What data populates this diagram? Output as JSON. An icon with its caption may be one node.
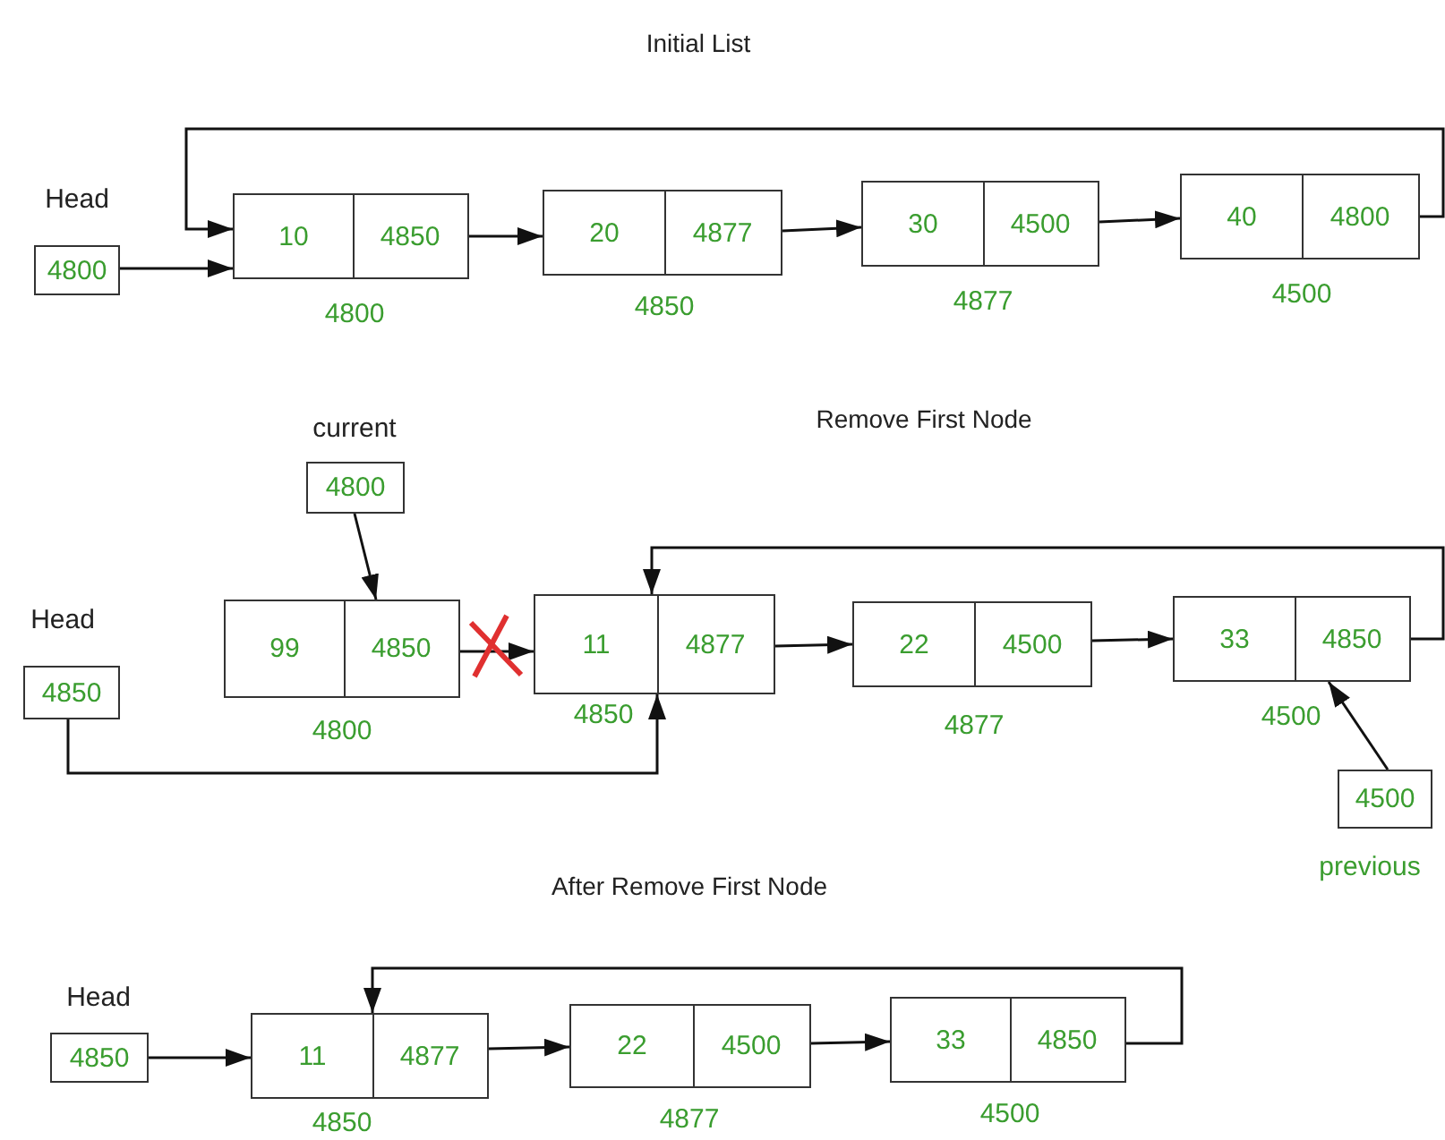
{
  "diagram": {
    "nodes": [
      {
        "text": [
          "4800"
        ],
        "beside": [
          "Head"
        ]
      },
      {
        "text": [
          "10",
          "4850"
        ],
        "beside": [
          "4800"
        ]
      },
      {
        "text": [
          "20",
          "4877"
        ],
        "beside": [
          "4850"
        ]
      },
      {
        "text": [
          "30",
          "4500"
        ],
        "beside": [
          "4877"
        ]
      },
      {
        "text": [
          "40",
          "4800"
        ],
        "beside": [
          "4500"
        ]
      },
      {
        "text": [
          "4800"
        ],
        "beside": [
          "current"
        ]
      },
      {
        "text": [
          "4850"
        ],
        "beside": [
          "Head"
        ]
      },
      {
        "text": [
          "99",
          "4850"
        ],
        "beside": [
          "4800"
        ]
      },
      {
        "text": [
          "11",
          "4877"
        ],
        "beside": [
          "4850"
        ]
      },
      {
        "text": [
          "22",
          "4500"
        ],
        "beside": [
          "4877"
        ]
      },
      {
        "text": [
          "33",
          "4850"
        ],
        "beside": [
          "4500"
        ]
      },
      {
        "text": [
          "4500"
        ],
        "beside": [
          "previous"
        ]
      },
      {
        "text": [
          "4850"
        ],
        "beside": [
          "Head"
        ]
      },
      {
        "text": [
          "11",
          "4877"
        ],
        "beside": [
          "4850"
        ]
      },
      {
        "text": [
          "22",
          "4500"
        ],
        "beside": [
          "4877"
        ]
      },
      {
        "text": [
          "33",
          "4850"
        ],
        "beside": [
          "4500"
        ]
      }
    ],
    "edges": [
      {
        "from": 0,
        "to": 1,
        "arrow": "to"
      },
      {
        "from": 1,
        "to": 2,
        "arrow": "to"
      },
      {
        "from": 2,
        "to": 3,
        "arrow": "to"
      },
      {
        "from": 3,
        "to": 4,
        "arrow": "to"
      },
      {
        "from": 4,
        "to": 1,
        "arrow": "to"
      },
      {
        "from": 5,
        "to": 7,
        "arrow": "to"
      },
      {
        "from": 6,
        "to": 8,
        "arrow": "to"
      },
      {
        "from": 7,
        "to": 8,
        "arrow": "to"
      },
      {
        "from": 8,
        "to": 9,
        "arrow": "to"
      },
      {
        "from": 9,
        "to": 10,
        "arrow": "to"
      },
      {
        "from": 10,
        "to": 8,
        "arrow": "to"
      },
      {
        "from": 11,
        "to": 10,
        "arrow": "to"
      },
      {
        "from": 12,
        "to": 13,
        "arrow": "to"
      },
      {
        "from": 13,
        "to": 14,
        "arrow": "to"
      },
      {
        "from": 14,
        "to": 15,
        "arrow": "to"
      },
      {
        "from": 15,
        "to": 13,
        "arrow": "to"
      }
    ],
    "labels": [
      "Initial List",
      "Remove First Node",
      "After Remove First Node"
    ]
  }
}
